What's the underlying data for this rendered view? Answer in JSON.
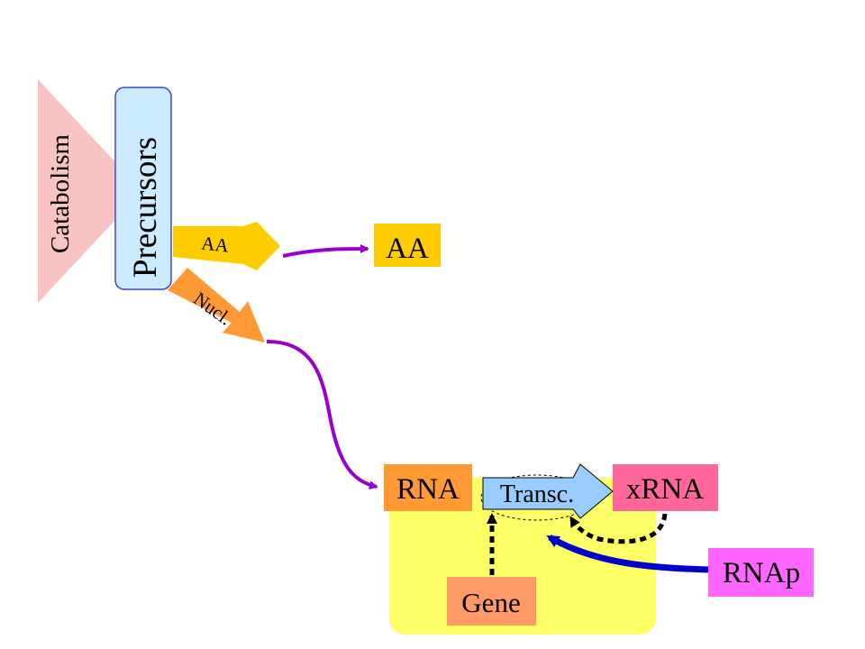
{
  "labels": {
    "catabolism": "Catabolism",
    "precursors": "Precursors",
    "aa_arrow": "AA",
    "aa_box": "AA",
    "nucl_arrow": "Nucl.",
    "rna": "RNA",
    "transc": "Transc.",
    "xrna": "xRNA",
    "gene": "Gene",
    "rnap": "RNAp"
  },
  "colors": {
    "catabolism": "#F9C3C3",
    "precursors": "#CCEBFF",
    "precursors_border": "#4444CC",
    "aa": "#FFCC00",
    "nucl": "#FF9933",
    "rna": "#FF9933",
    "transc": "#99CCFF",
    "xrna": "#FF6699",
    "gene": "#FF9966",
    "rnap": "#FF66FF",
    "compartment": "#FFFF66",
    "flux": "#9900CC",
    "rnap_link": "#0000CC",
    "regulation": "#000000"
  }
}
